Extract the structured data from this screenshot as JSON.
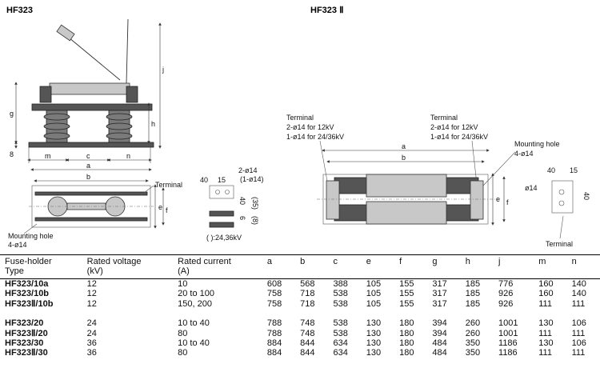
{
  "titles": {
    "left": "HF323",
    "right": "HF323 Ⅱ"
  },
  "dims": {
    "a": "a",
    "b": "b",
    "c": "c",
    "e": "e",
    "f": "f",
    "g": "g",
    "h": "h",
    "j": "j",
    "m": "m",
    "n": "n",
    "eight": "8"
  },
  "annotations": {
    "terminal": "Terminal",
    "mounting_hole_1": "Mounting hole",
    "mounting_hole_2": "4-ø14",
    "detail_holes_1": "2-ø14",
    "detail_holes_2": "(1-ø14)",
    "d40": "40",
    "d15": "15",
    "d35": "(35)",
    "d6": "6",
    "d8": "(8)",
    "kv_note": "( ):24,36kV",
    "r_terminal_l1": "Terminal",
    "r_terminal_l2": "2-ø14 for 12kV",
    "r_terminal_l3": "1-ø14 for 24/36kV",
    "r_mount_1": "Mounting hole",
    "r_mount_2": "4-ø14",
    "r_d40": "40",
    "r_d15": "15",
    "r_phi14": "ø14",
    "r_d40v": "40",
    "r_terminal_bottom": "Terminal"
  },
  "table": {
    "headers": [
      [
        "Fuse-holder",
        "Type"
      ],
      [
        "Rated voltage",
        "(kV)"
      ],
      [
        "Rated current",
        "(A)"
      ],
      [
        "a"
      ],
      [
        "b"
      ],
      [
        "c"
      ],
      [
        "e"
      ],
      [
        "f"
      ],
      [
        "g"
      ],
      [
        "h"
      ],
      [
        "j"
      ],
      [
        "m"
      ],
      [
        "n"
      ]
    ],
    "groups": [
      [
        [
          "HF323/10a",
          "12",
          "10",
          "608",
          "568",
          "388",
          "105",
          "155",
          "317",
          "185",
          "776",
          "160",
          "140"
        ],
        [
          "HF323/10b",
          "12",
          "20 to 100",
          "758",
          "718",
          "538",
          "105",
          "155",
          "317",
          "185",
          "926",
          "160",
          "140"
        ],
        [
          "HF323Ⅱ/10b",
          "12",
          "150, 200",
          "758",
          "718",
          "538",
          "105",
          "155",
          "317",
          "185",
          "926",
          "111",
          "111"
        ]
      ],
      [
        [
          "HF323/20",
          "24",
          "10 to 40",
          "788",
          "748",
          "538",
          "130",
          "180",
          "394",
          "260",
          "1001",
          "130",
          "106"
        ],
        [
          "HF323Ⅱ/20",
          "24",
          "80",
          "788",
          "748",
          "538",
          "130",
          "180",
          "394",
          "260",
          "1001",
          "111",
          "111"
        ],
        [
          "HF323/30",
          "36",
          "10 to 40",
          "884",
          "844",
          "634",
          "130",
          "180",
          "484",
          "350",
          "1186",
          "130",
          "106"
        ],
        [
          "HF323Ⅱ/30",
          "36",
          "80",
          "884",
          "844",
          "634",
          "130",
          "180",
          "484",
          "350",
          "1186",
          "111",
          "111"
        ]
      ]
    ]
  }
}
